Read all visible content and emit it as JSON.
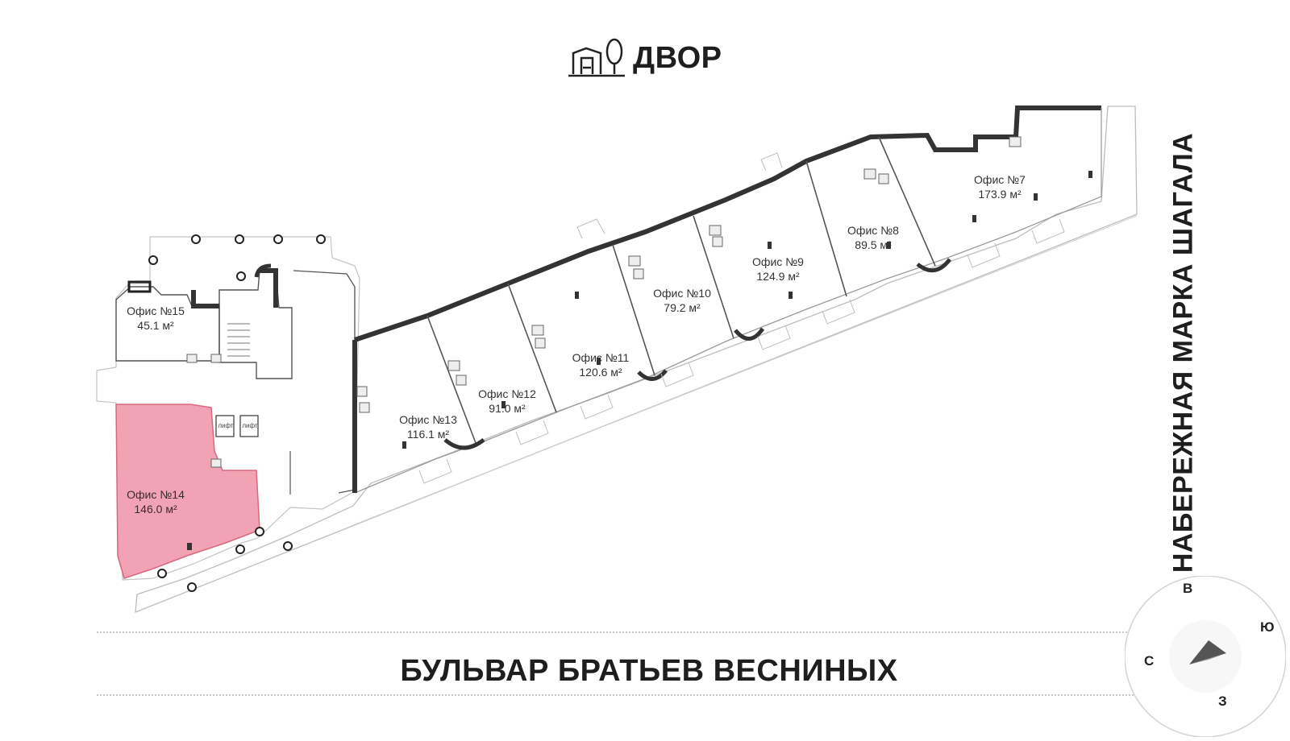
{
  "streets": {
    "yard": "ДВОР",
    "boulevard": "БУЛЬВАР БРАТЬЕВ ВЕСНИНЫХ",
    "embankment": "НАБЕРЕЖНАЯ МАРКА ШАГАЛА"
  },
  "offices": [
    {
      "name": "Офис №7",
      "area": "173.9 м²",
      "highlighted": false
    },
    {
      "name": "Офис №8",
      "area": "89.5 м²",
      "highlighted": false
    },
    {
      "name": "Офис №9",
      "area": "124.9 м²",
      "highlighted": false
    },
    {
      "name": "Офис №10",
      "area": "79.2 м²",
      "highlighted": false
    },
    {
      "name": "Офис №11",
      "area": "120.6 м²",
      "highlighted": false
    },
    {
      "name": "Офис №12",
      "area": "91.0 м²",
      "highlighted": false
    },
    {
      "name": "Офис №13",
      "area": "116.1 м²",
      "highlighted": false
    },
    {
      "name": "Офис №14",
      "area": "146.0 м²",
      "highlighted": true
    },
    {
      "name": "Офис №15",
      "area": "45.1 м²",
      "highlighted": false
    }
  ],
  "elevators": [
    "лифт",
    "лифт"
  ],
  "compass": {
    "north": "С",
    "east": "В",
    "south": "Ю",
    "west": "З"
  },
  "colors": {
    "highlight": "#f2a3b3",
    "highlight_stroke": "#d9687f",
    "walls": "#3a3a3a"
  },
  "icons": [
    "playground-icon",
    "tree-icon",
    "compass-arrow-icon"
  ]
}
